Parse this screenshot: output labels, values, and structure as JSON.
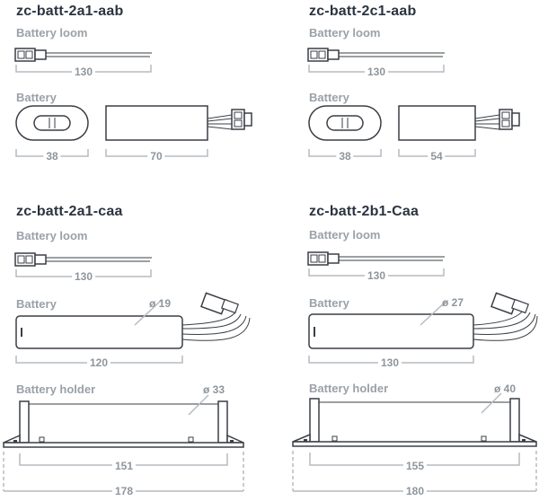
{
  "sections": [
    {
      "title": "zc-batt-2a1-aab",
      "loom_label": "Battery loom",
      "loom_length": "130",
      "battery_label": "Battery",
      "battery_end_dim": "38",
      "battery_length": "70"
    },
    {
      "title": "zc-batt-2c1-aab",
      "loom_label": "Battery loom",
      "loom_length": "130",
      "battery_label": "Battery",
      "battery_end_dim": "38",
      "battery_length": "54"
    },
    {
      "title": "zc-batt-2a1-caa",
      "loom_label": "Battery loom",
      "loom_length": "130",
      "battery_label": "Battery",
      "battery_diameter": "ø 19",
      "battery_length": "120",
      "holder_label": "Battery holder",
      "holder_diameter": "ø 33",
      "holder_inner": "151",
      "holder_outer": "178"
    },
    {
      "title": "zc-batt-2b1-Caa",
      "loom_label": "Battery loom",
      "loom_length": "130",
      "battery_label": "Battery",
      "battery_diameter": "ø 27",
      "battery_length": "130",
      "holder_label": "Battery holder",
      "holder_diameter": "ø 40",
      "holder_inner": "155",
      "holder_outer": "180"
    }
  ],
  "colors": {
    "stroke": "#3a3f45",
    "dim": "#b5bbc1",
    "text": "#8e959c",
    "title": "#2b3440"
  }
}
